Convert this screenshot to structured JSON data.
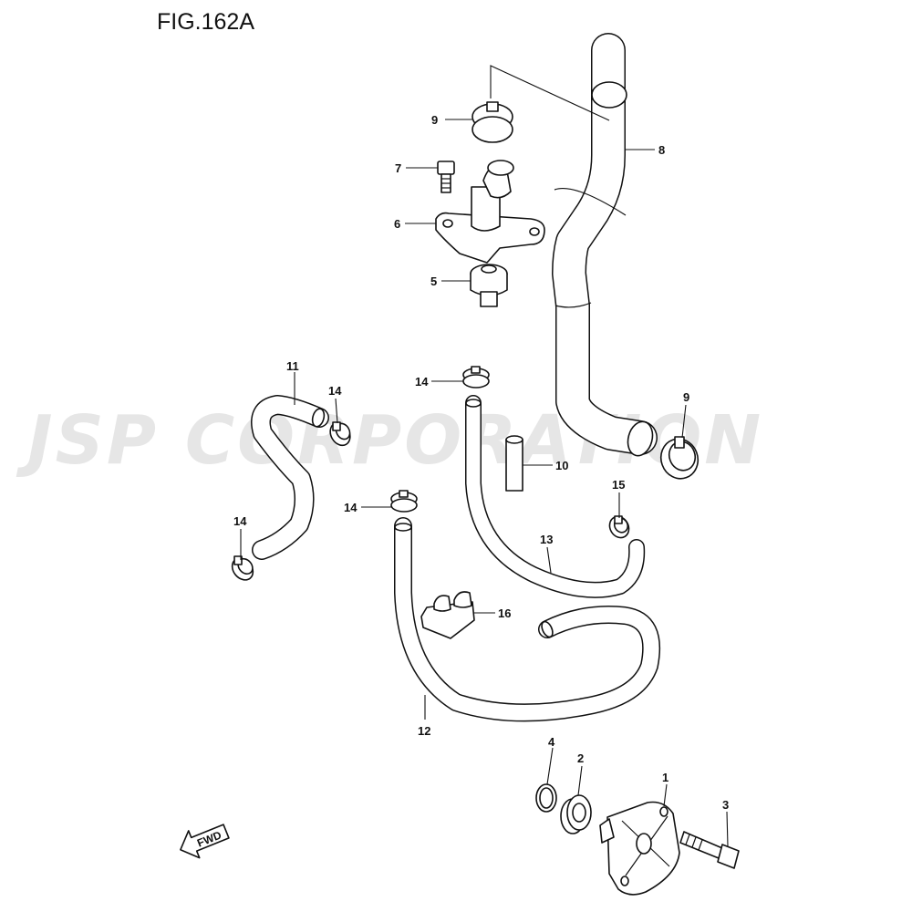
{
  "figure": {
    "title": "FIG.162A",
    "watermark": "JSP CORPORATION",
    "direction_label": "FWD"
  },
  "callouts": {
    "c1": "1",
    "c2": "2",
    "c3": "3",
    "c4": "4",
    "c5": "5",
    "c6": "6",
    "c7": "7",
    "c8": "8",
    "c9a": "9",
    "c9b": "9",
    "c10": "10",
    "c11": "11",
    "c12": "12",
    "c13": "13",
    "c14a": "14",
    "c14b": "14",
    "c14c": "14",
    "c14d": "14",
    "c15": "15",
    "c16": "16"
  }
}
